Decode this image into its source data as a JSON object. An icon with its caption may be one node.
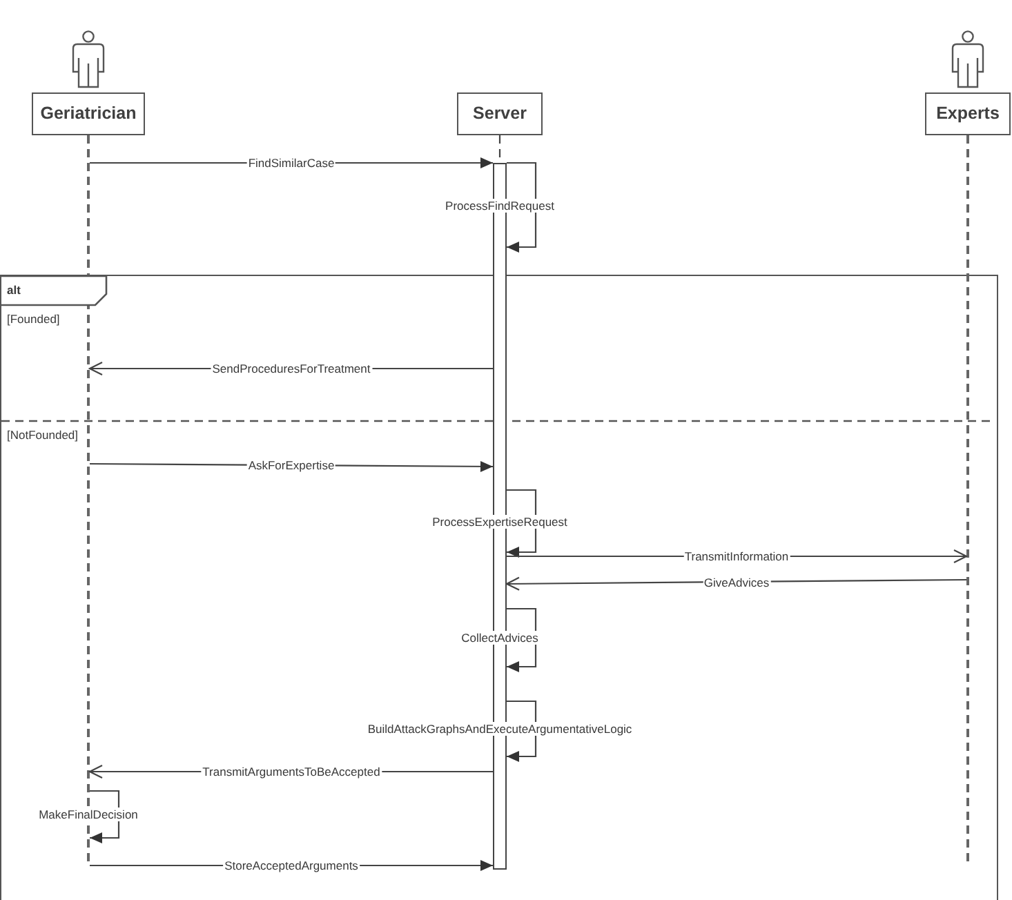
{
  "diagram": {
    "nodes": [
      {
        "text": [
          "Geriatrician"
        ]
      },
      {
        "text": [
          "Server"
        ]
      },
      {
        "text": [
          "Experts"
        ]
      },
      {
        "text": [],
        "shape": "line"
      },
      {
        "text": [],
        "shape": "bar"
      },
      {
        "text": [],
        "shape": "line"
      }
    ],
    "edges": [
      {
        "from": 1,
        "to": 4,
        "arrow": "none",
        "style": "dashed"
      },
      {
        "from": 3,
        "to": 4,
        "arrow": "to",
        "label": "FindSimilarCase"
      },
      {
        "from": 4,
        "to": 4,
        "arrow": "to",
        "label": "ProcessFindRequest"
      },
      {
        "from": 4,
        "to": 3,
        "arrow": "to",
        "label": "SendProceduresForTreatment"
      },
      {
        "from": 3,
        "to": 4,
        "arrow": "to",
        "label": "AskForExpertise"
      },
      {
        "from": 4,
        "to": 4,
        "arrow": "to",
        "label": "ProcessExpertiseRequest"
      },
      {
        "from": 4,
        "to": 5,
        "arrow": "to",
        "label": "TransmitInformation"
      },
      {
        "from": 5,
        "to": 4,
        "arrow": "to",
        "label": "GiveAdvices"
      },
      {
        "from": 4,
        "to": 4,
        "arrow": "to",
        "label": "CollectAdvices"
      },
      {
        "from": 4,
        "to": 4,
        "arrow": "to",
        "label": "BuildAttackGraphsAndExecuteArgumentativeLogic"
      },
      {
        "from": 4,
        "to": 3,
        "arrow": "to",
        "label": "TransmitArgumentsToBeAccepted"
      },
      {
        "from": 3,
        "to": 3,
        "arrow": "to",
        "label": "MakeFinalDecision"
      },
      {
        "from": 3,
        "to": 4,
        "arrow": "to",
        "label": "StoreAcceptedArguments"
      }
    ],
    "labels": [
      "alt",
      "[Founded]",
      "[NotFounded]"
    ]
  }
}
